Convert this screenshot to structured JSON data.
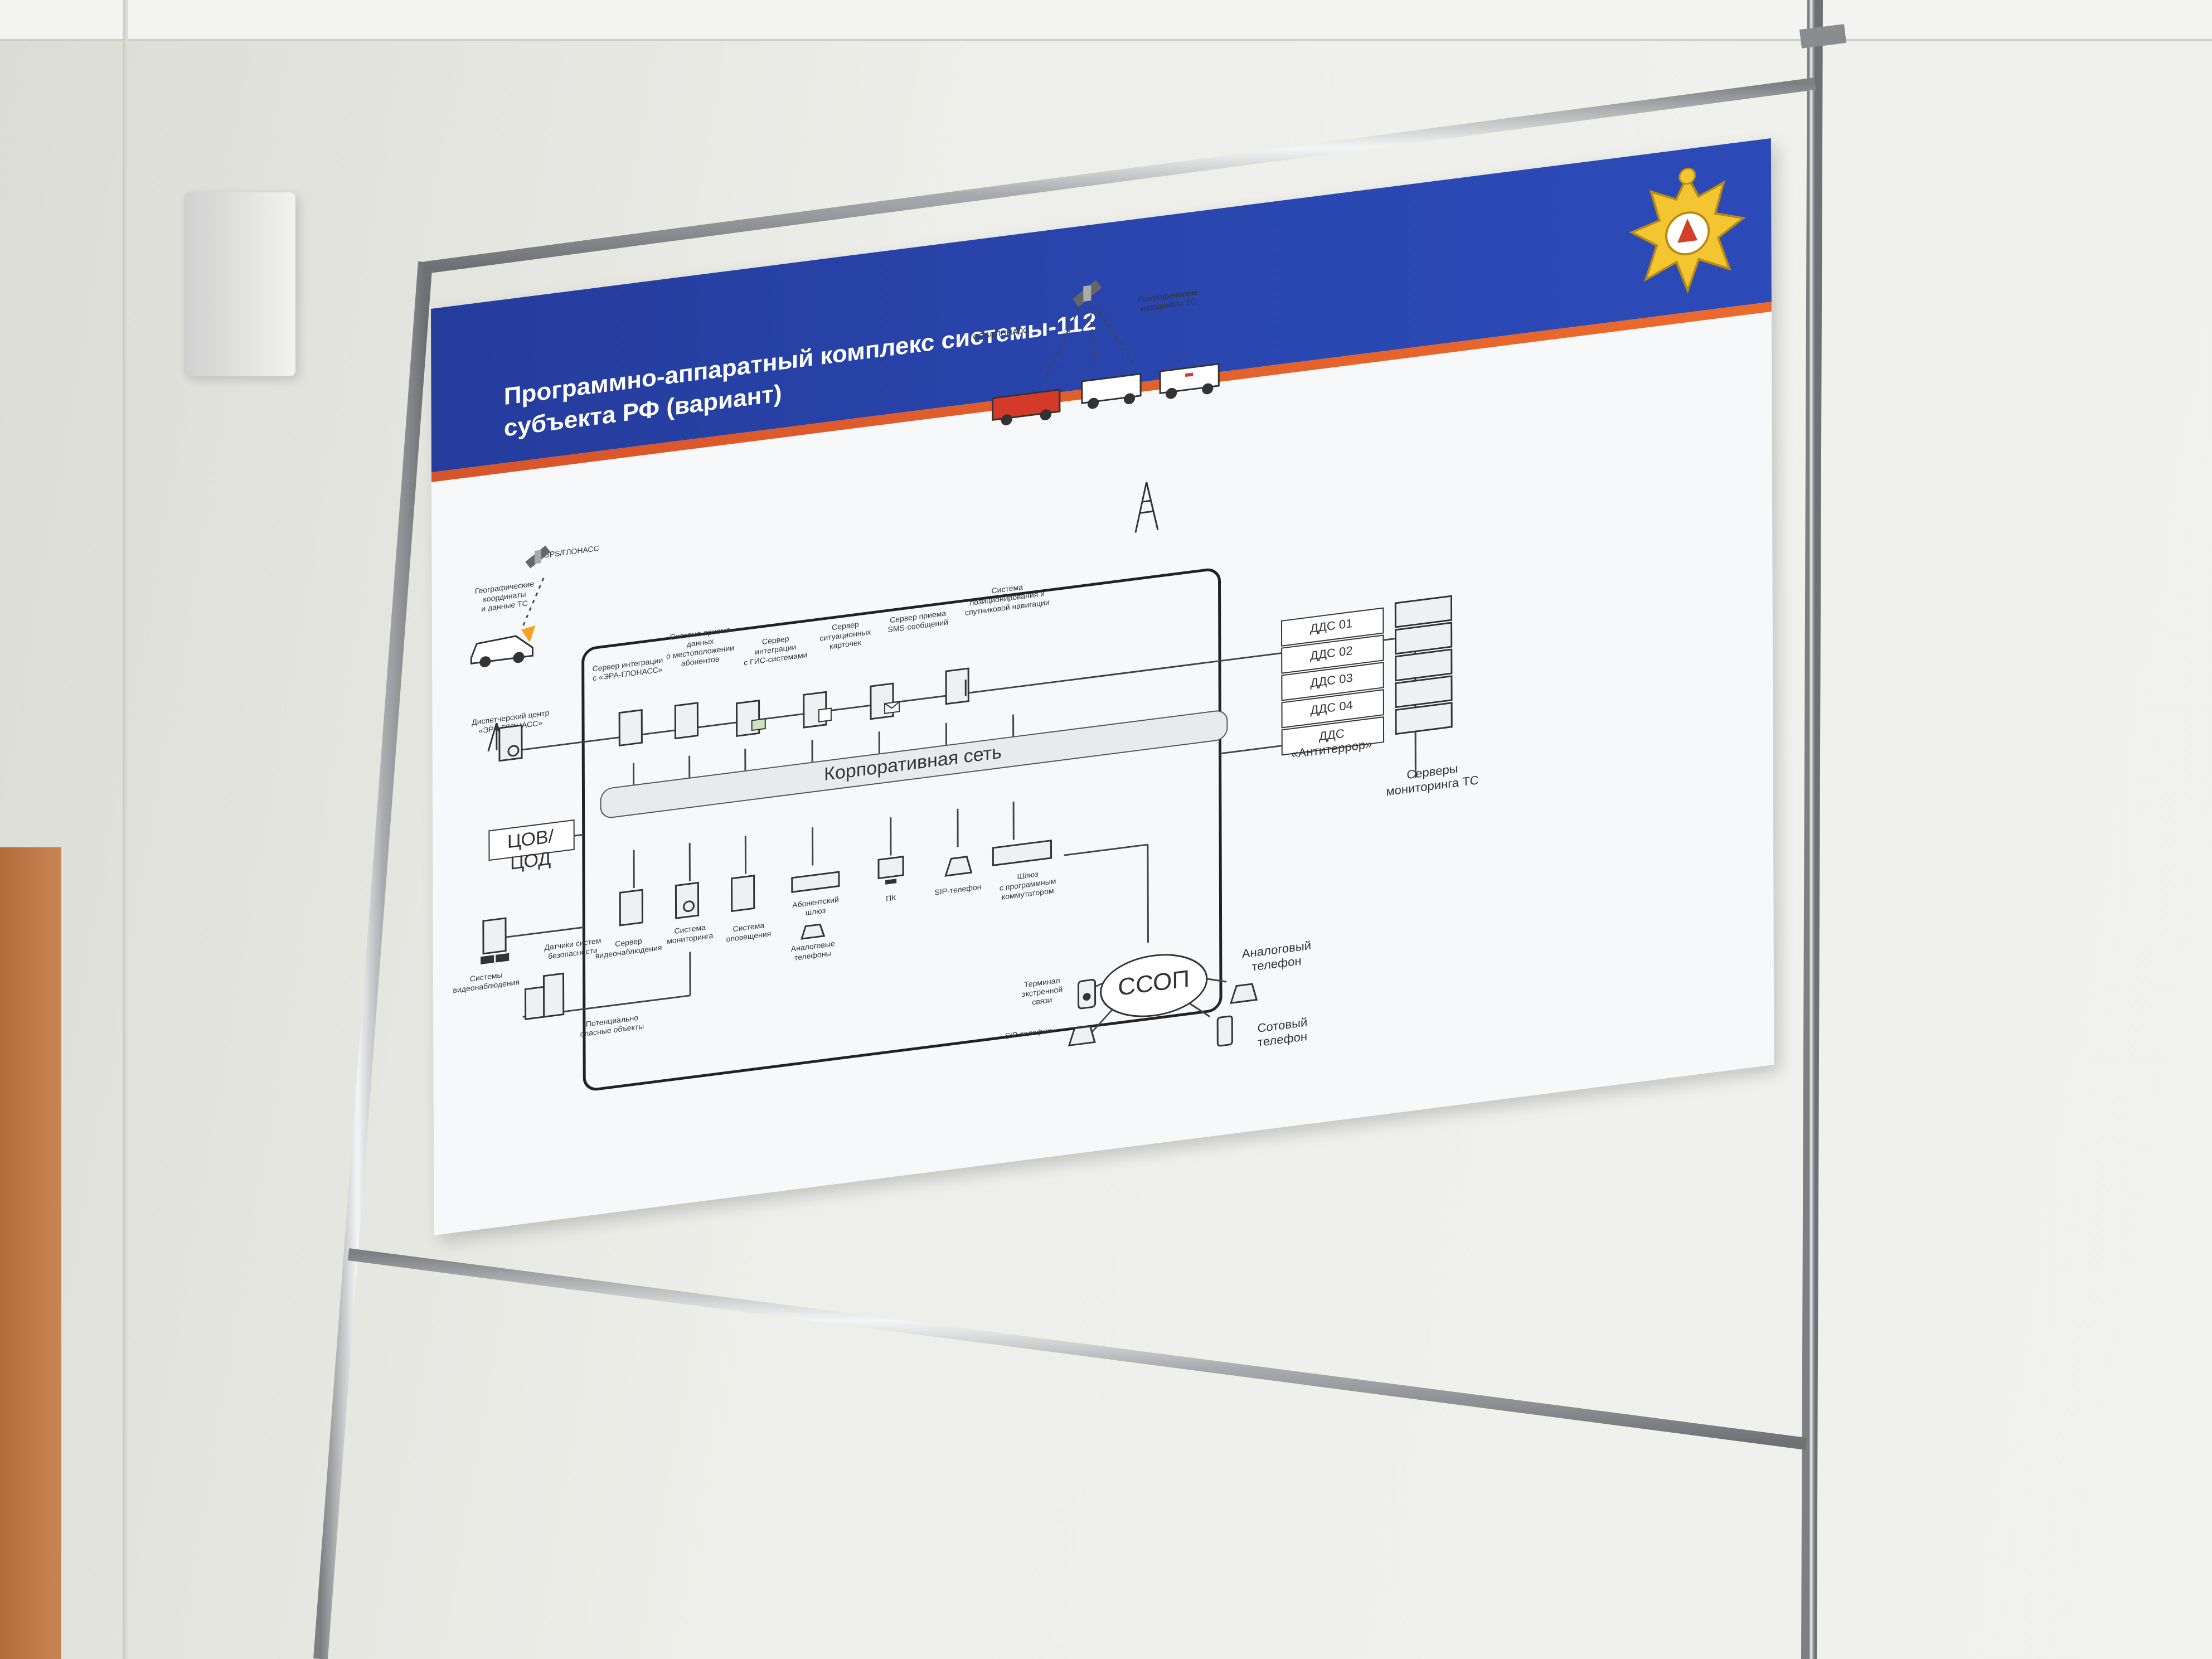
{
  "board": {
    "title": "Программно-аппаратный комплекс системы-112\nсубъекта РФ (вариант)",
    "colors": {
      "banner": "#2a47b0",
      "stripe": "#e8612b",
      "board": "#f7f8fa"
    }
  },
  "left_top": {
    "gps": "GPS/ГЛОНАСС",
    "geo": "Географические\nкоординаты\nи данные ТС",
    "dispatch": "Диспетчерский центр\n«ЭРА-ГЛОНАСС»"
  },
  "servers_top": [
    "Сервер интеграции\nс «ЭРА-ГЛОНАСС»",
    "Система приема\nданных\nо местоположении\nабонентов",
    "Сервер\nинтеграции\nс ГИС-системами",
    "Сервер\nситуационных\nкарточек",
    "Сервер приема\nSMS-сообщений",
    "Система\nпозиционирования и\nспутниковой навигации"
  ],
  "network": "Корпоративная сеть",
  "tsov": "ЦОВ/ЦОД",
  "servers_bottom": [
    "Сервер\nвидеонаблюдения",
    "Система\nмониторинга",
    "Система\nоповещения",
    "Абонентский\nшлюз",
    "ПК",
    "SIP-телефон",
    "Шлюз\nс программным\nкоммутатором"
  ],
  "analog_phones": "Аналоговые\nтелефоны",
  "left_bottom": {
    "video_systems": "Системы\nвидеонаблюдения",
    "sensors": "Датчики систем\nбезопасности",
    "hazard": "Потенциально\nопасные объекты"
  },
  "right_top": {
    "gps": "GPS/ГЛОНАСС",
    "geo": "Географические\nкоординаты ТС",
    "monitoring": "Серверы\nмониторинга ТС"
  },
  "dds": [
    "ДДС 01",
    "ДДС 02",
    "ДДС 03",
    "ДДС 04",
    "ДДС «Антитеррор»"
  ],
  "ssop": {
    "label": "ССОП",
    "terminal": "Терминал\nэкстренной\nсвязи",
    "sip": "SIP-телефон",
    "analog": "Аналоговый\nтелефон",
    "mobile": "Сотовый\nтелефон"
  }
}
